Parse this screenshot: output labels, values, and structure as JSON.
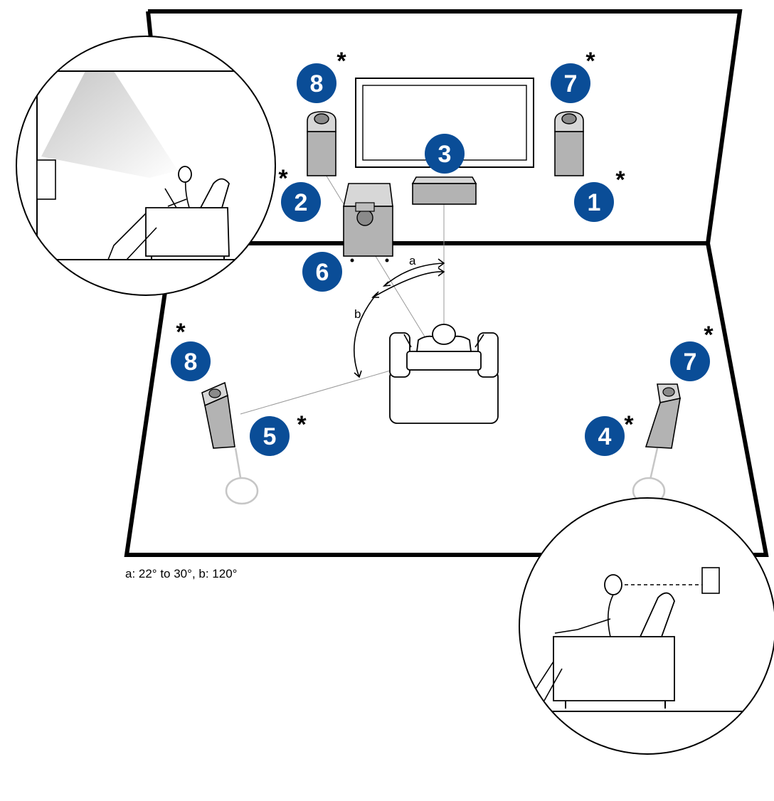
{
  "badge_color": "#0a4d97",
  "speakers": [
    {
      "id": "front-left-top",
      "number": "8",
      "star": "*"
    },
    {
      "id": "front-right-top",
      "number": "7",
      "star": "*"
    },
    {
      "id": "center",
      "number": "3",
      "star": ""
    },
    {
      "id": "front-left",
      "number": "2",
      "star": "*"
    },
    {
      "id": "front-right",
      "number": "1",
      "star": "*"
    },
    {
      "id": "subwoofer",
      "number": "6",
      "star": ""
    },
    {
      "id": "surround-left-top",
      "number": "8",
      "star": "*"
    },
    {
      "id": "surround-right-top",
      "number": "7",
      "star": "*"
    },
    {
      "id": "surround-left",
      "number": "5",
      "star": "*"
    },
    {
      "id": "surround-right",
      "number": "4",
      "star": "*"
    }
  ],
  "angles": {
    "a_label": "a",
    "b_label": "b"
  },
  "caption": "a: 22° to 30°, b: 120°"
}
